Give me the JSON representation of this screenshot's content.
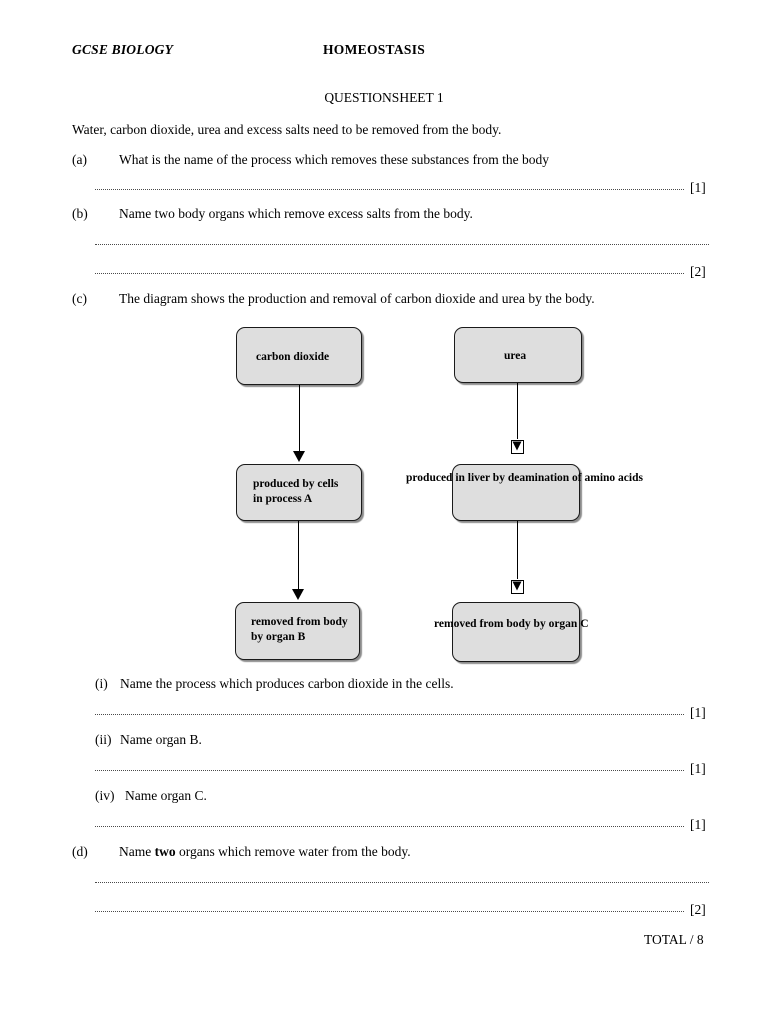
{
  "header": {
    "subject": "GCSE BIOLOGY",
    "topic": "HOMEOSTASIS",
    "sheet": "QUESTIONSHEET 1"
  },
  "intro": "Water, carbon dioxide, urea and excess salts need to be removed from the body.",
  "questions": {
    "a": {
      "label": "(a)",
      "text": "What is the name of the process which removes these substances from the body",
      "marks": "[1]"
    },
    "b": {
      "label": "(b)",
      "text": "Name two body organs which remove excess salts from the body.",
      "marks": "[2]"
    },
    "c": {
      "label": "(c)",
      "text": "The diagram shows the production and removal of carbon dioxide and urea by the body."
    },
    "c_i": {
      "label": "(i)",
      "text": "Name the process which produces carbon dioxide in the cells.",
      "marks": "[1]"
    },
    "c_ii": {
      "label": "(ii)",
      "text": "Name organ B.",
      "marks": "[1]"
    },
    "c_iv": {
      "label": "(iv)",
      "text": "Name organ C.",
      "marks": "[1]"
    },
    "d": {
      "label": "(d)",
      "text_before": "Name ",
      "text_bold": "two",
      "text_after": " organs which remove water from the body.",
      "marks": "[2]"
    }
  },
  "diagram": {
    "boxes": {
      "carbon_dioxide": "carbon dioxide",
      "urea": "urea",
      "produced_by_cells_line1": "produced by cells",
      "produced_by_cells_line2": "in process A",
      "produced_in_liver": "produced in liver by deamination of amino acids",
      "removed_organ_b_line1": "removed from body",
      "removed_organ_b_line2": "by organ B",
      "removed_organ_c": "removed from body by organ C"
    },
    "box_fill_color": "#dedede",
    "box_border_color": "#1a1a1a",
    "arrow_color": "#000000"
  },
  "footer": {
    "total": "TOTAL / 8"
  }
}
